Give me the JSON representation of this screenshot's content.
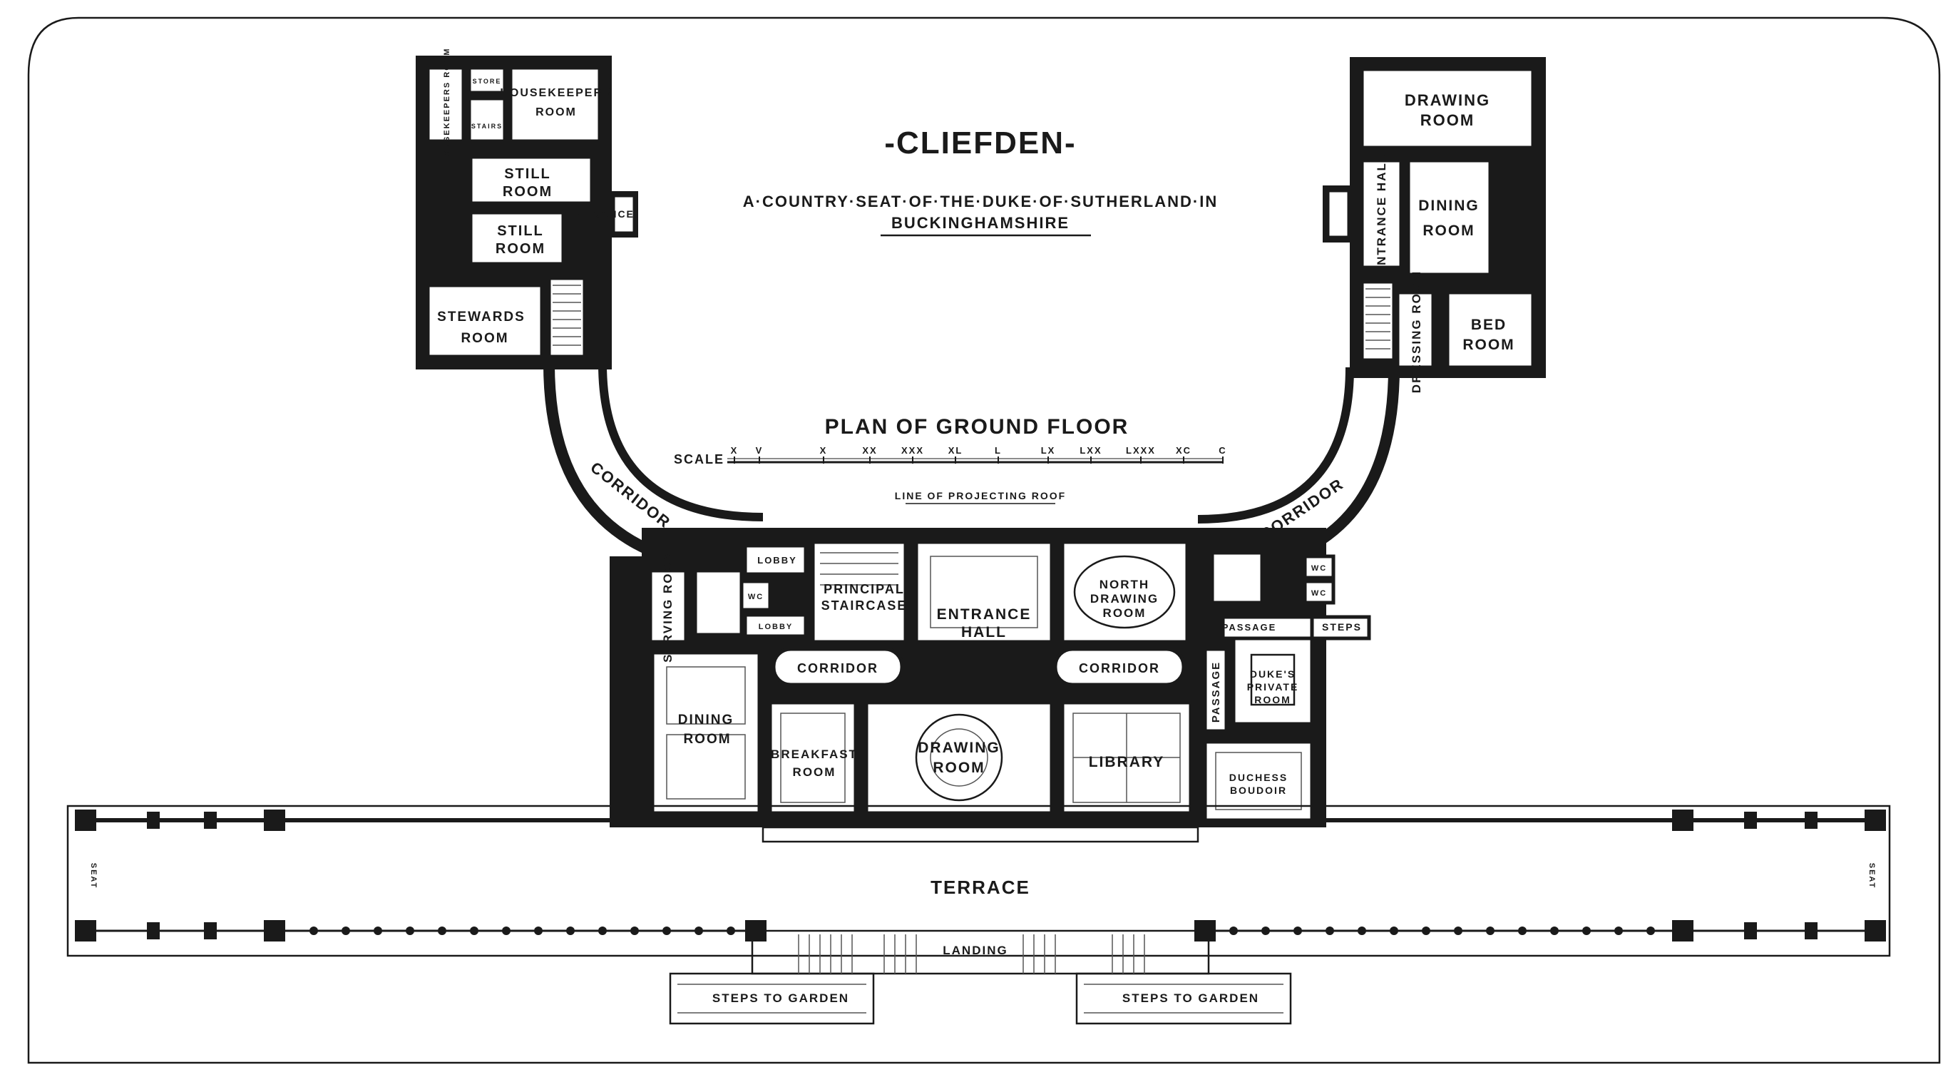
{
  "title": "-CLIEFDEN-",
  "subtitle_line1": "A·COUNTRY·SEAT·OF·THE·DUKE·OF·SUTHERLAND·IN",
  "subtitle_line2": "BUCKINGHAMSHIRE",
  "plan_title": "PLAN OF GROUND FLOOR",
  "scale": {
    "label": "SCALE",
    "marks": [
      "X",
      "V",
      "X",
      "XX",
      "XXX",
      "XL",
      "L",
      "LX",
      "LXX",
      "LXXX",
      "XC",
      "C"
    ]
  },
  "west_wing": {
    "housekeepers_room_small": "HOUSEKEEPERS ROOM",
    "store": "STORE",
    "stairs": "STAIRS",
    "housekeepers_room": [
      "HOUSEKEEPERS",
      "ROOM"
    ],
    "still_room_1": [
      "STILL",
      "ROOM"
    ],
    "still_room_2": [
      "STILL",
      "ROOM"
    ],
    "entrance": "ENTRANCE",
    "stewards_room": [
      "STEWARDS",
      "ROOM"
    ],
    "corridor": "CORRIDOR"
  },
  "east_wing": {
    "drawing_room": [
      "DRAWING",
      "ROOM"
    ],
    "entrance_hall": "ENTRANCE HALL",
    "dining_room": [
      "DINING",
      "ROOM"
    ],
    "dressing_room": "DRESSING ROOM",
    "bed_room": [
      "BED",
      "ROOM"
    ],
    "corridor": "CORRIDOR"
  },
  "main_block": {
    "line_of_roof": "LINE OF PROJECTING ROOF",
    "lobby_top": "LOBBY",
    "lobby_bottom": "LOBBY",
    "wc_west": "WC",
    "serving_room": "SERVING ROOM",
    "principal_staircase": [
      "PRINCIPAL",
      "STAIRCASE"
    ],
    "entrance_hall": [
      "ENTRANCE",
      "HALL"
    ],
    "north_drawing_room": [
      "NORTH",
      "DRAWING",
      "ROOM"
    ],
    "wc_east_1": "WC",
    "wc_east_2": "WC",
    "passage_top": "PASSAGE",
    "steps": "STEPS",
    "corridor_west": "CORRIDOR",
    "corridor_east": "CORRIDOR",
    "passage_side": "PASSAGE",
    "dukes_private_room": [
      "DUKE'S",
      "PRIVATE",
      "ROOM"
    ],
    "dining_room": [
      "DINING",
      "ROOM"
    ],
    "breakfast_room": [
      "BREAKFAST",
      "ROOM"
    ],
    "drawing_room": [
      "DRAWING",
      "ROOM"
    ],
    "library": "LIBRARY",
    "duchess_boudoir": [
      "DUCHESS",
      "BOUDOIR"
    ]
  },
  "terrace": {
    "label": "TERRACE",
    "seat_west": "SEAT",
    "seat_east": "SEAT",
    "landing": "LANDING",
    "steps_west": "STEPS TO GARDEN",
    "steps_east": "STEPS TO GARDEN"
  }
}
